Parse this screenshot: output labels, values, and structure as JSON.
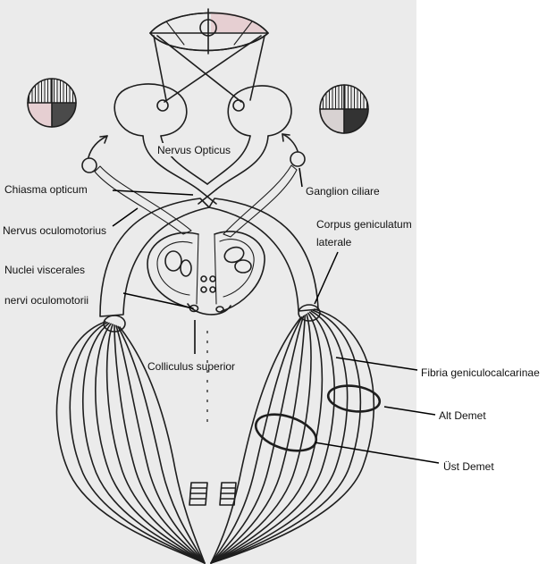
{
  "labels": {
    "nervus_opticus": "Nervus Opticus",
    "chiasma_opticum": "Chiasma opticum",
    "ganglion_ciliare": "Ganglion ciliare",
    "nervus_oculomotorius": "Nervus oculomotorius",
    "corpus_geniculatum_line1": "Corpus geniculatum",
    "corpus_geniculatum_line2": "laterale",
    "nuclei_viscerales_line1": "Nuclei viscerales",
    "nuclei_viscerales_line2": "nervi oculomotorii",
    "colliculus_superior": "Colliculus superior",
    "fibria_geniculocalcarinae": "Fibria geniculocalcarinae",
    "alt_demet": "Alt Demet",
    "ust_demet": "Üst Demet"
  },
  "colors": {
    "paper": "#ebebeb",
    "ink": "#1e1e1e",
    "pink": "#e6cfd2",
    "dark": "#4a4a4a",
    "background": "#ffffff"
  }
}
